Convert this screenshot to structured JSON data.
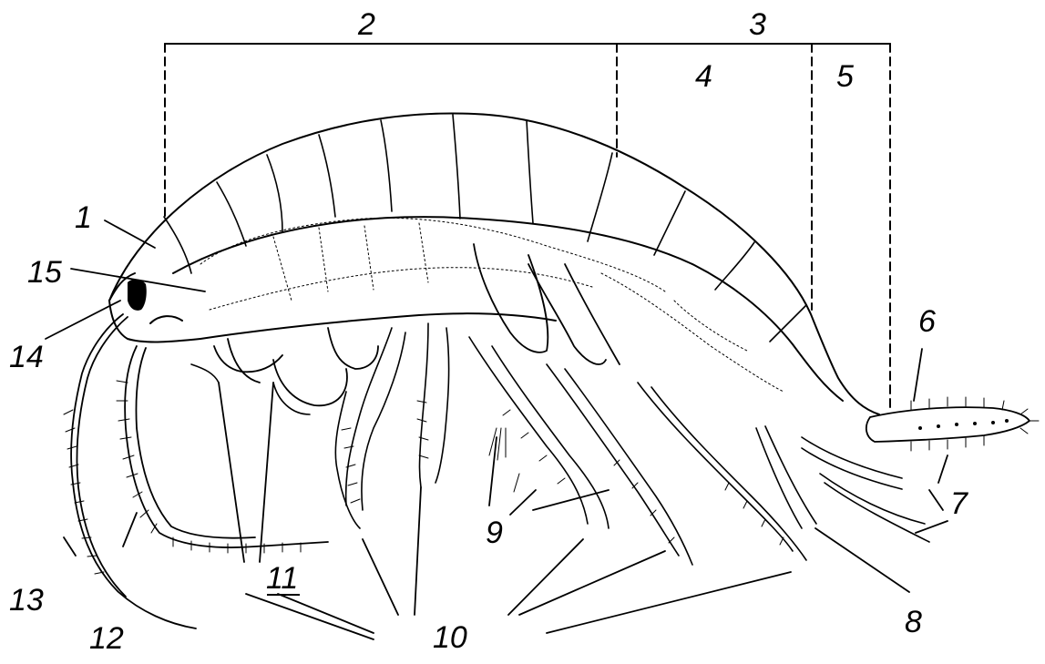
{
  "diagram": {
    "labels": {
      "head": "1",
      "pereon": "2",
      "pleon": "3",
      "pleosome": "4",
      "urosome": "5",
      "telson": "6",
      "uropods": "7",
      "pleopod": "8",
      "coxal_plates": "9",
      "pereopods": "10",
      "gnathopods": "11",
      "antenna_2": "12",
      "antenna_1": "13",
      "rostrum": "14",
      "eye": "15"
    }
  }
}
